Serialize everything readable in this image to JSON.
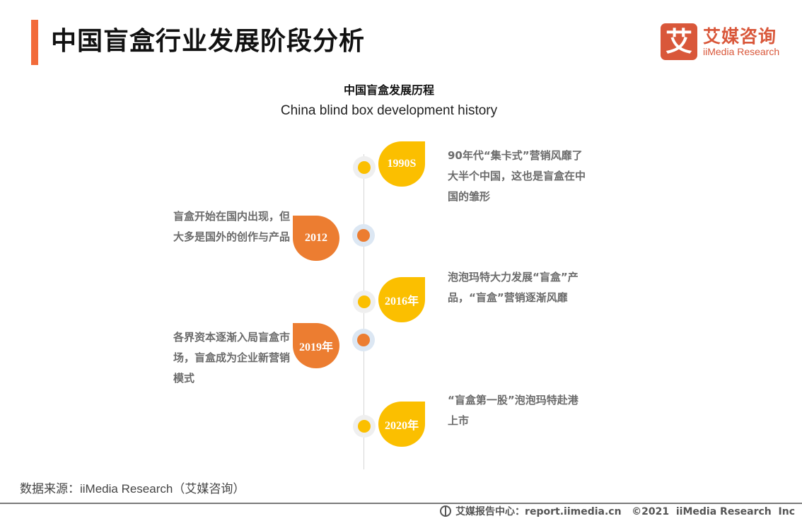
{
  "header": {
    "title": "中国盲盒行业发展阶段分析",
    "accent_color": "#f26b3a"
  },
  "logo": {
    "mark": "艾",
    "name_cn": "艾媒咨询",
    "name_en": "iiMedia Research",
    "color": "#d9573a"
  },
  "diagram": {
    "title_cn": "中国盲盒发展历程",
    "title_en": "China blind box development history",
    "colors": {
      "yellow": "#fbbf00",
      "orange": "#ec7d31",
      "line": "#d6d6d6",
      "node_ring_yellow": "#efefef",
      "node_ring_orange": "#dce7f3"
    },
    "events": [
      {
        "year": "1990S",
        "side": "right",
        "color": "yellow",
        "text": "90年代“集卡式”营销风靡了大半个中国，这也是盲盒在中国的雏形"
      },
      {
        "year": "2012",
        "side": "left",
        "color": "orange",
        "text": "盲盒开始在国内出现，但大多是国外的创作与产品"
      },
      {
        "year": "2016年",
        "side": "right",
        "color": "yellow",
        "text": "泡泡玛特大力发展“盲盒”产品，“盲盒”营销逐渐风靡"
      },
      {
        "year": "2019年",
        "side": "left",
        "color": "orange",
        "text": "各界资本逐渐入局盲盒市场，盲盒成为企业新营销模式"
      },
      {
        "year": "2020年",
        "side": "right",
        "color": "yellow",
        "text": "“盲盒第一股”泡泡玛特赴港上市"
      }
    ]
  },
  "source": "数据来源：iiMedia Research（艾媒咨询）",
  "footer": {
    "icon": "globe-icon",
    "text": "艾媒报告中心：report.iimedia.cn   ©2021  iiMedia Research  Inc"
  }
}
